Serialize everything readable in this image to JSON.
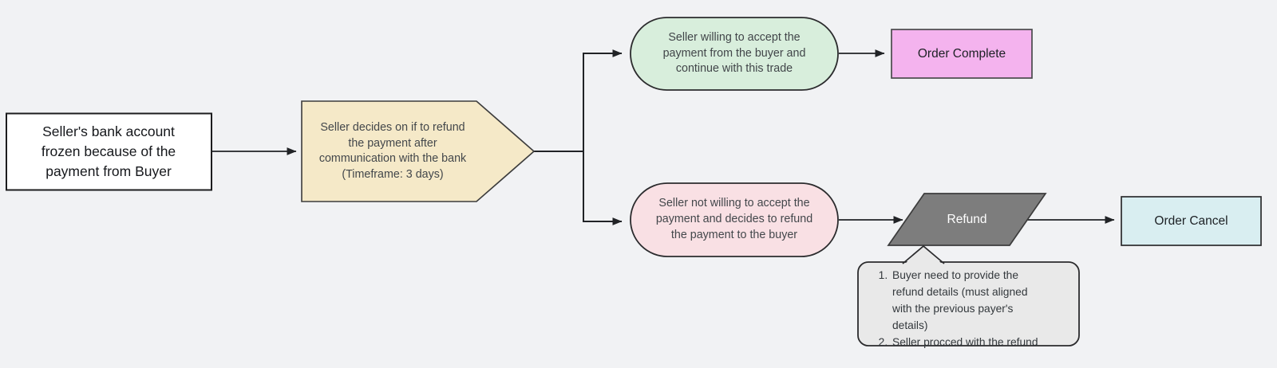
{
  "diagram": {
    "type": "flowchart",
    "background": "#f1f2f4",
    "connector_color": "#212326"
  },
  "nodes": {
    "start": {
      "label": "Seller's bank account\nfrozen because of the\npayment from Buyer",
      "shape": "rectangle",
      "fill": "#ffffff"
    },
    "decision": {
      "label": "Seller decides on if to refund\nthe payment after\ncommunication with the bank\n(Timeframe: 3 days)",
      "shape": "pentagon-right",
      "fill": "#f5e9c8"
    },
    "accept": {
      "label": "Seller willing to accept the\npayment from the buyer and\ncontinue with this trade",
      "shape": "pill",
      "fill": "#d8eedc"
    },
    "order_complete": {
      "label": "Order Complete",
      "shape": "rectangle",
      "fill": "#f4b3ee"
    },
    "reject": {
      "label": "Seller not willing to accept the\npayment and decides to refund\nthe payment to the buyer",
      "shape": "pill",
      "fill": "#f9e0e4"
    },
    "refund": {
      "label": "Refund",
      "shape": "parallelogram",
      "fill": "#7d7d7d"
    },
    "order_cancel": {
      "label": "Order Cancel",
      "shape": "rectangle",
      "fill": "#d9eef1"
    },
    "note": {
      "shape": "callout",
      "fill": "#e9e9e9",
      "items": [
        "Buyer need to provide the\nrefund details (must aligned\nwith the previous payer's\ndetails)",
        "Seller procced with the refund"
      ]
    }
  }
}
